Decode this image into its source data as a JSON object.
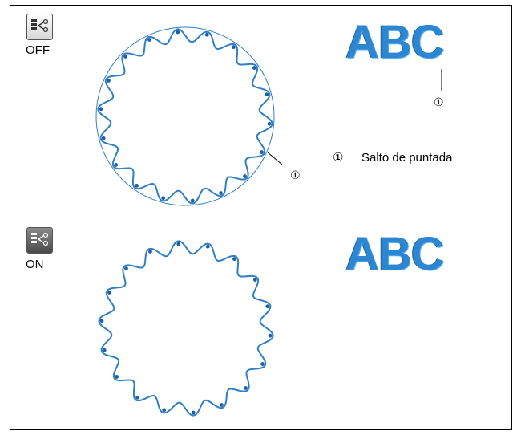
{
  "panels": [
    {
      "state": "OFF",
      "abc_text": "ABC",
      "callout_marker": "①"
    },
    {
      "state": "ON",
      "abc_text": "ABC"
    }
  ],
  "legend": {
    "marker": "①",
    "text": "Salto de puntada"
  },
  "icons": {
    "off": "thread-trim-off-icon",
    "on": "thread-trim-on-icon"
  },
  "colors": {
    "stitch": "#2f7fc4",
    "abc": "#2d86d1",
    "dots": "#1f5fa8"
  }
}
